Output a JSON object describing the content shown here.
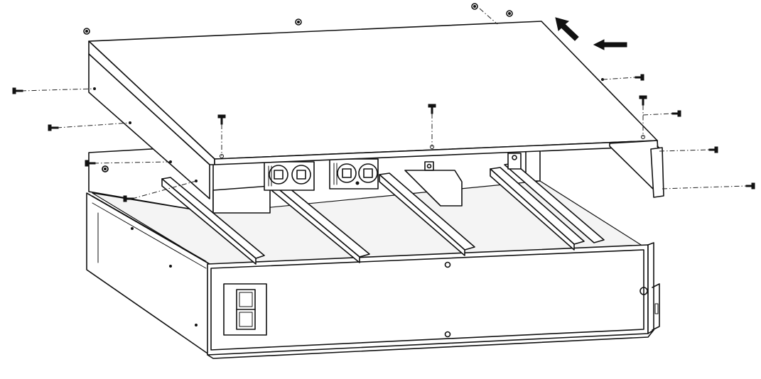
{
  "diagram": {
    "subject": "rack-chassis-cover-removal",
    "screws_removed": 16,
    "arrows": [
      {
        "name": "slide-arrow-diagonal",
        "direction": "up-left"
      },
      {
        "name": "slide-arrow-horizontal",
        "direction": "left"
      }
    ],
    "line_color": "#111111",
    "background_color": "#ffffff"
  }
}
